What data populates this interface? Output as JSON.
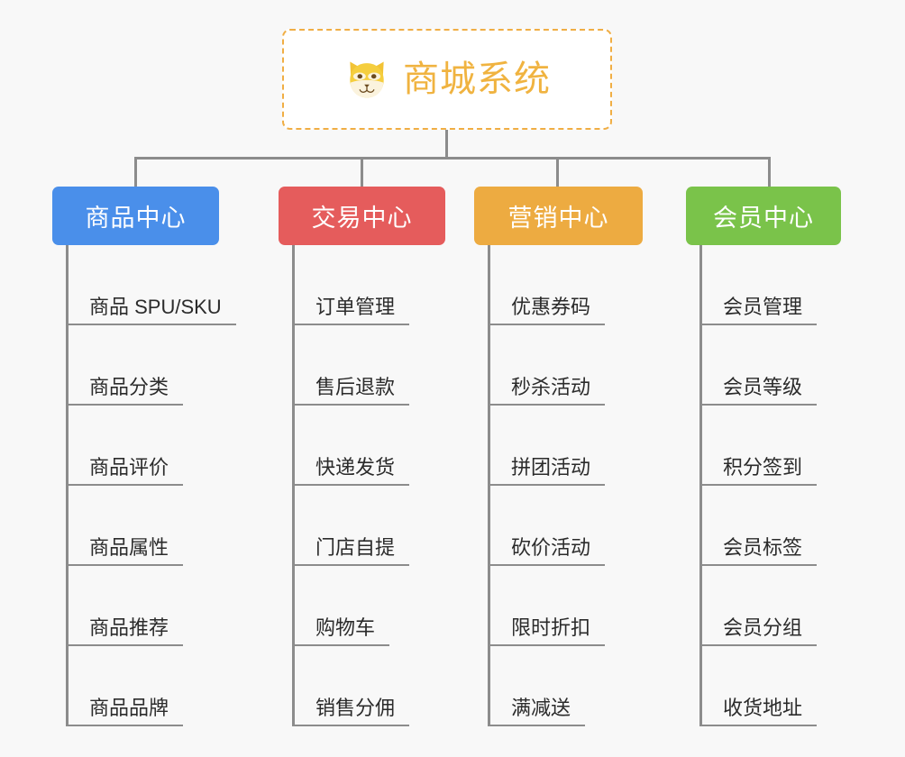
{
  "canvas": {
    "background": "#F8F8F8",
    "line_color": "#8C8C8C"
  },
  "root": {
    "title": "商城系统",
    "icon": "shiba-dog-face-emoji",
    "border_color": "#F0AE44",
    "text_color": "#F0B340",
    "background": "#FFFFFF"
  },
  "branches": [
    {
      "label": "商品中心",
      "color": "#4A8FEA",
      "items": [
        "商品 SPU/SKU",
        "商品分类",
        "商品评价",
        "商品属性",
        "商品推荐",
        "商品品牌"
      ]
    },
    {
      "label": "交易中心",
      "color": "#E55C5C",
      "items": [
        "订单管理",
        "售后退款",
        "快递发货",
        "门店自提",
        "购物车",
        "销售分佣"
      ]
    },
    {
      "label": "营销中心",
      "color": "#EDAB41",
      "items": [
        "优惠券码",
        "秒杀活动",
        "拼团活动",
        "砍价活动",
        "限时折扣",
        "满减送"
      ]
    },
    {
      "label": "会员中心",
      "color": "#7AC34A",
      "items": [
        "会员管理",
        "会员等级",
        "积分签到",
        "会员标签",
        "会员分组",
        "收货地址"
      ]
    }
  ]
}
